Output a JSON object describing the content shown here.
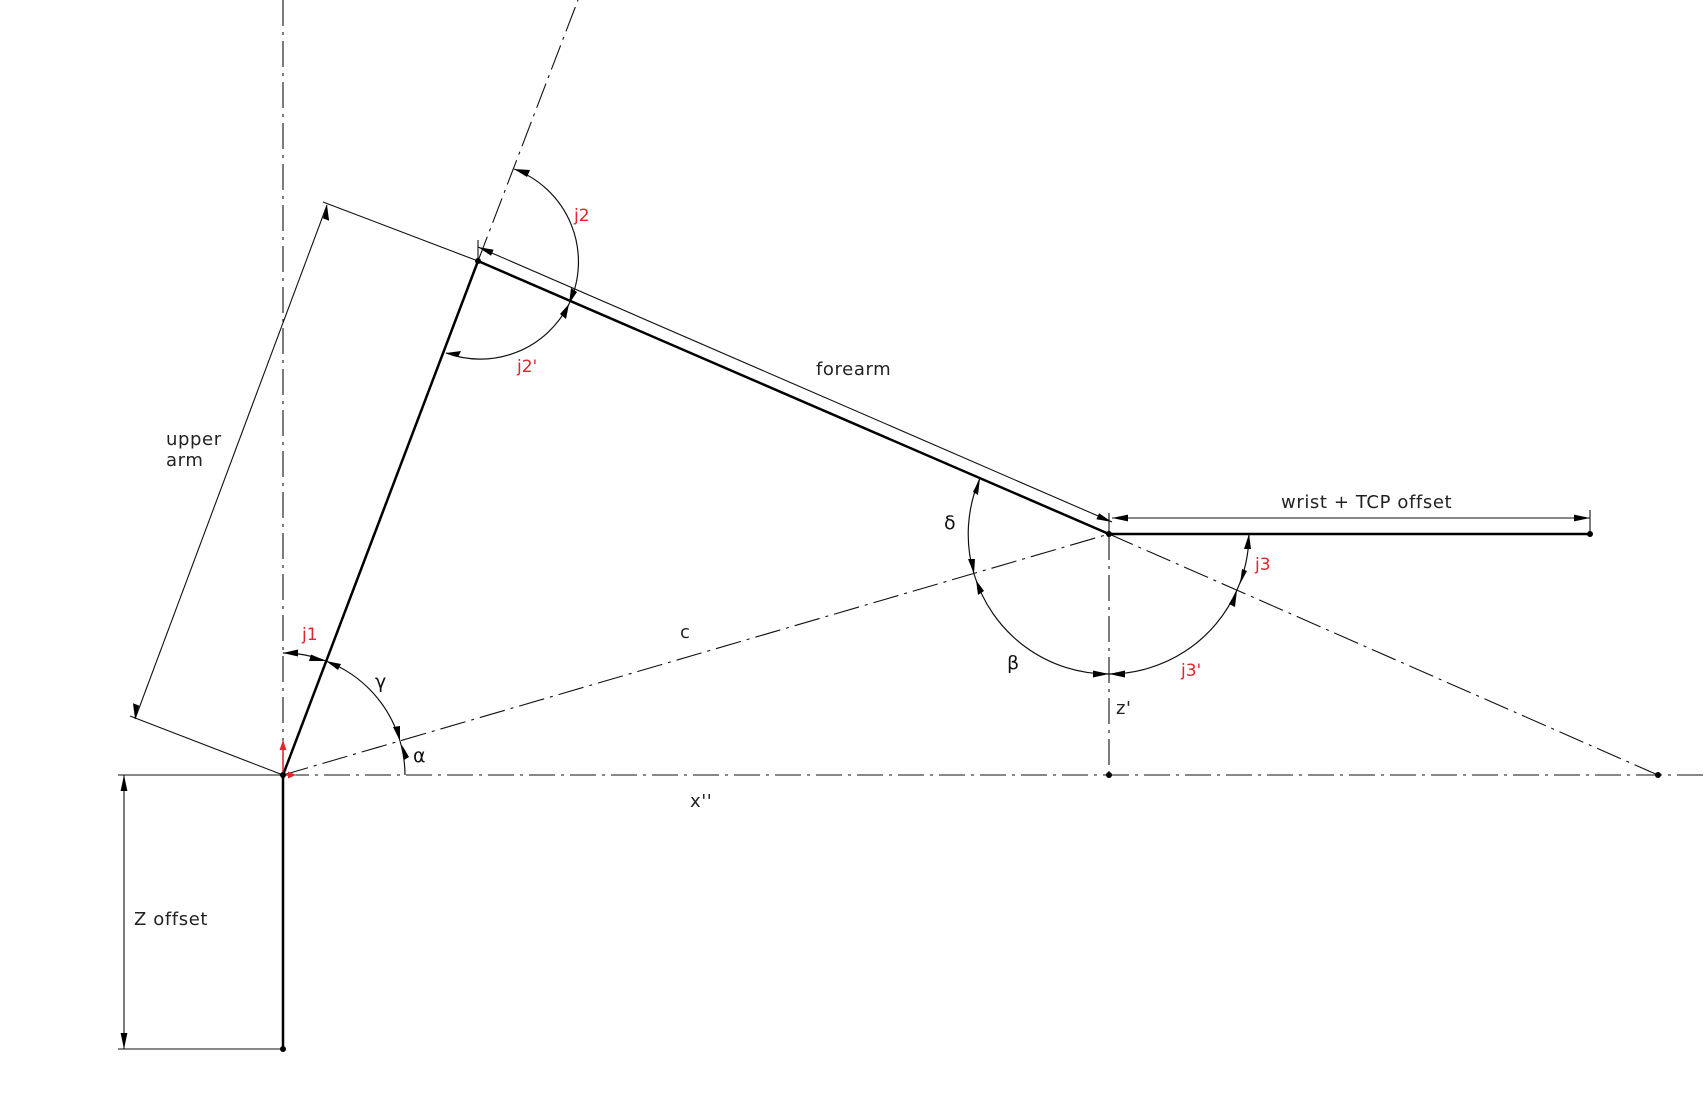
{
  "labels": {
    "upper_arm_line1": "upper",
    "upper_arm_line2": "arm",
    "forearm": "forearm",
    "wrist_tcp_offset": "wrist + TCP offset",
    "z_offset": "Z offset",
    "c": "c",
    "x_double_prime": "x''",
    "z_prime": "z'",
    "alpha": "α",
    "beta": "β",
    "gamma": "γ",
    "delta": "δ"
  },
  "joint_labels": {
    "j1": "j1",
    "j2": "j2",
    "j2_prime": "j2'",
    "j3": "j3",
    "j3_prime": "j3'"
  },
  "colors": {
    "joint_label": "#e0262b",
    "line": "#000000",
    "origin_marker": "#e0262b"
  }
}
